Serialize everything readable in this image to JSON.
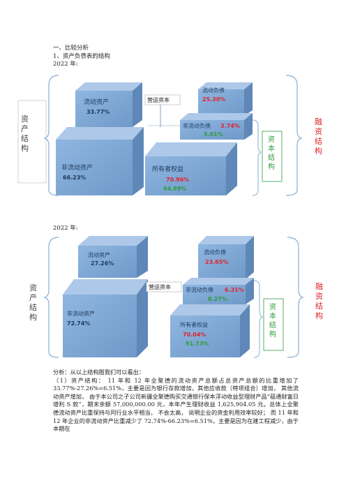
{
  "section": {
    "heading": "一、比较分析",
    "sub": "1、资产负债表的结构",
    "year_a": "2022 年:",
    "year_b": "2022 年:"
  },
  "labels": {
    "asset_structure": "资产结构",
    "capital_structure": "资本结构",
    "financing_structure": "融资结构",
    "working_capital": "营运资本"
  },
  "diagram_a": {
    "current_assets": {
      "name": "流动资产",
      "pct": "33.77%"
    },
    "noncurrent_assets": {
      "name": "非流动资产",
      "pct": "66.23%"
    },
    "current_liab": {
      "name": "流动负债",
      "pct": "25.30%"
    },
    "noncurrent_liab": {
      "name": "非流动负债",
      "pct_red": "3.74%",
      "pct_green": "5.01%"
    },
    "equity": {
      "name": "所有者权益",
      "pct_red": "70.96%",
      "pct_green": "94.99%"
    }
  },
  "diagram_b": {
    "current_assets": {
      "name": "流动资产",
      "pct": "27.26%"
    },
    "noncurrent_assets": {
      "name": "非流动资产",
      "pct": "72.74%"
    },
    "current_liab": {
      "name": "流动负债",
      "pct": "23.65%"
    },
    "noncurrent_liab": {
      "name": "非流动负债",
      "pct_red": "6.31%",
      "pct_green": "8.27%"
    },
    "equity": {
      "name": "所有者权益",
      "pct_red": "70.04%",
      "pct_green": "91.73%"
    }
  },
  "analysis": {
    "intro": "分析：从以上结构图我们可以看出：",
    "body": "（1）资产结构：  11 年和 12 年全聚德的流动资产总额占总资产总额的比重增加了 33.77%-27.26%=6.51%，主要是因为银行存款增加，其他应收款（特项组合）增加，  其他流动资产增加，  由于本公司之子公司新疆全聚德购买交通银行保本浮动收益型理财产品“蕴通财富日增利 S 款”，期末余额 57,000,000.00 元，本年产生理财收益 1,625,904.05 元。总体上全聚德流动资产比重保持与同行业水平相当，  不会太高，  说明企业的资金利用效率较好；  而 11 年和 12 年企业的非流动资产比重减少了 72.74%-66.23%=6.51%，主要是因为在建工程减少，由于本期在"
  },
  "colors": {
    "box_front": "#7fa8d6",
    "box_top": "#a9c5e6",
    "box_side": "#5f87b8",
    "bracket": "#8aaed4",
    "red": "#e0242c",
    "green": "#2e9c3c"
  }
}
